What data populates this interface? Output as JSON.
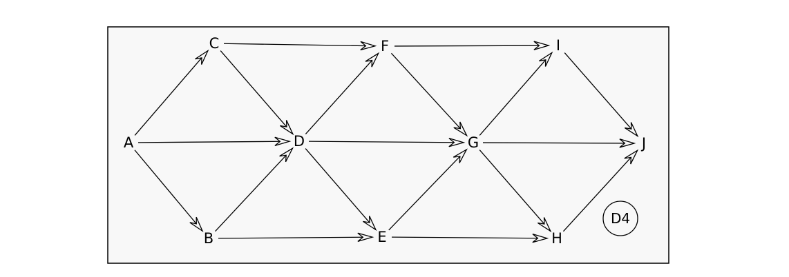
{
  "diagram": {
    "background": "#f8f8f8",
    "line_color": "#000000",
    "badge": "D4",
    "nodes": [
      {
        "id": "A",
        "label": "A"
      },
      {
        "id": "B",
        "label": "B"
      },
      {
        "id": "C",
        "label": "C"
      },
      {
        "id": "D",
        "label": "D"
      },
      {
        "id": "E",
        "label": "E"
      },
      {
        "id": "F",
        "label": "F"
      },
      {
        "id": "G",
        "label": "G"
      },
      {
        "id": "H",
        "label": "H"
      },
      {
        "id": "I",
        "label": "I"
      },
      {
        "id": "J",
        "label": "J"
      }
    ],
    "edges": [
      {
        "from": "A",
        "to": "C"
      },
      {
        "from": "A",
        "to": "D"
      },
      {
        "from": "A",
        "to": "B"
      },
      {
        "from": "C",
        "to": "F"
      },
      {
        "from": "C",
        "to": "D"
      },
      {
        "from": "B",
        "to": "D"
      },
      {
        "from": "B",
        "to": "E"
      },
      {
        "from": "D",
        "to": "F"
      },
      {
        "from": "D",
        "to": "G"
      },
      {
        "from": "D",
        "to": "E"
      },
      {
        "from": "F",
        "to": "I"
      },
      {
        "from": "F",
        "to": "G"
      },
      {
        "from": "E",
        "to": "G"
      },
      {
        "from": "E",
        "to": "H"
      },
      {
        "from": "G",
        "to": "I"
      },
      {
        "from": "G",
        "to": "J"
      },
      {
        "from": "G",
        "to": "H"
      },
      {
        "from": "I",
        "to": "J"
      },
      {
        "from": "H",
        "to": "J"
      }
    ]
  }
}
